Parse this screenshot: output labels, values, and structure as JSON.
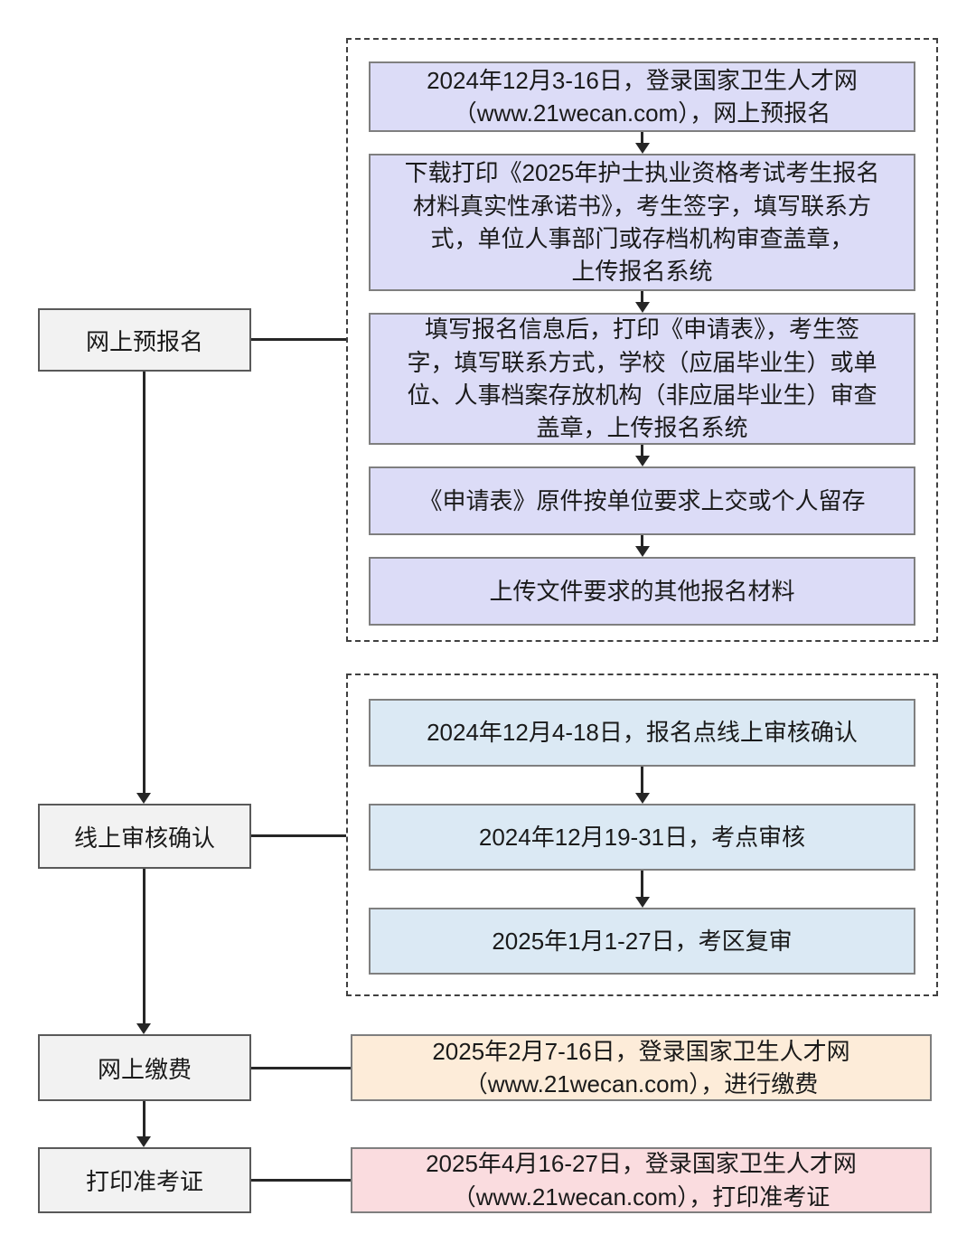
{
  "stages": [
    {
      "label": "网上预报名"
    },
    {
      "label": "线上审核确认"
    },
    {
      "label": "网上缴费"
    },
    {
      "label": "打印准考证"
    }
  ],
  "group1": {
    "boxes": [
      {
        "text": "2024年12月3-16日，登录国家卫生人才网\n（www.21wecan.com），网上预报名"
      },
      {
        "text": "下载打印《2025年护士执业资格考试考生报名\n材料真实性承诺书》，考生签字，填写联系方\n式，单位人事部门或存档机构审查盖章，\n上传报名系统"
      },
      {
        "text": "填写报名信息后，打印《申请表》，考生签\n字，填写联系方式，学校（应届毕业生）或单\n位、人事档案存放机构（非应届毕业生）审查\n盖章，上传报名系统"
      },
      {
        "text": "《申请表》原件按单位要求上交或个人留存"
      },
      {
        "text": "上传文件要求的其他报名材料"
      }
    ]
  },
  "group2": {
    "boxes": [
      {
        "text": "2024年12月4-18日，报名点线上审核确认"
      },
      {
        "text": "2024年12月19-31日，考点审核"
      },
      {
        "text": "2025年1月1-27日，考区复审"
      }
    ]
  },
  "payment_box": {
    "text": "2025年2月7-16日，登录国家卫生人才网\n（www.21wecan.com），进行缴费"
  },
  "ticket_box": {
    "text": "2025年4月16-27日，登录国家卫生人才网\n（www.21wecan.com），打印准考证"
  },
  "colors": {
    "purple_fill": "#dcdcf7",
    "blue_fill": "#dbe9f4",
    "orange_fill": "#fdecd9",
    "pink_fill": "#fadcdf",
    "stage_fill": "#f2f2f2",
    "box_border": "#7f7f7f",
    "dashed_border": "#404040",
    "line": "#262626"
  }
}
